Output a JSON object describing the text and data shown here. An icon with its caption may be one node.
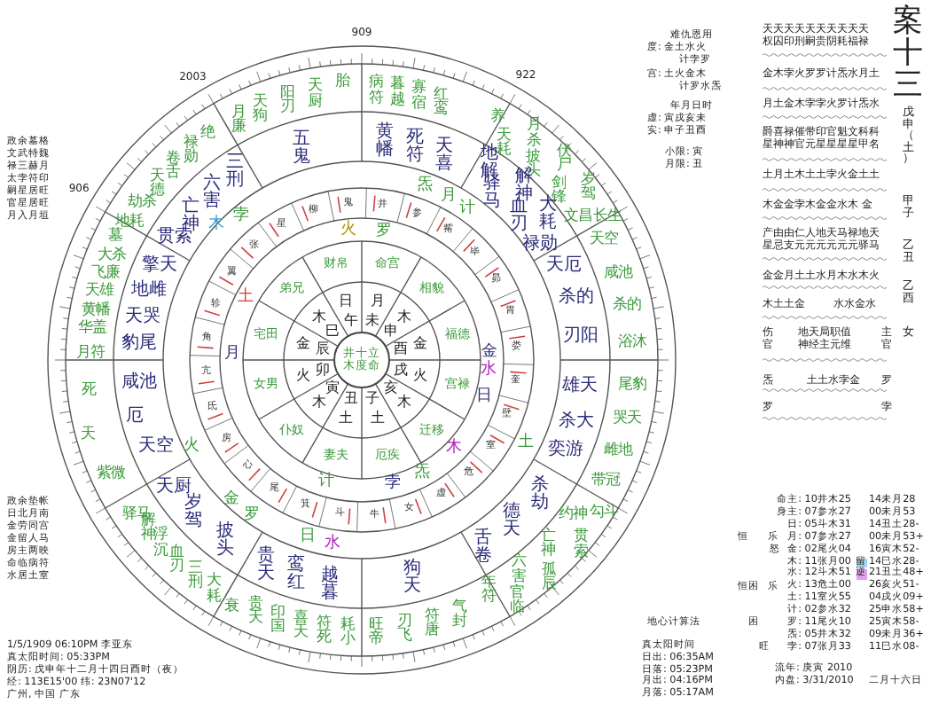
{
  "diagram": {
    "title": "案十三",
    "nodes": [
      {
        "text": [
          "井十立木度命"
        ]
      }
    ],
    "labels": [
      "909",
      "2003",
      "906",
      "922",
      "政余墓格",
      "文武特魏",
      "禄三赫月",
      "太孛符印",
      "嗣星居旺",
      "官星居旺",
      "月入月垣",
      "政余垫帐",
      "日北月南",
      "金劳同宫",
      "金留人马",
      "房主两映",
      "命临病符",
      "水居土室",
      "1/5/1909 06:10PM 李亚东",
      "真太阳时间: 05:33PM",
      "阴历: 戊申年十二月十四日酉时（夜）",
      "经: 113E15'00  纬: 23N07'12",
      "广州, 中国 广东",
      "难仇恩用",
      "度: 金土水火",
      "计孛罗",
      "宫: 土火金木",
      "计罗水炁",
      "年月日时",
      "虚: 寅戌亥未",
      "实: 申子丑酉",
      "小限: 寅",
      "月限: 丑",
      "天天天天天天天天天天",
      "权囚印刑嗣贵阴耗福禄",
      "金木孛火罗罗计炁水月土",
      "月土金木孛孛火罗计炁水",
      "爵喜禄催带印官魁文科科",
      "星神神官元星星星星甲名",
      "土月土木土土孛火金土土",
      "木金金孛木金金水木 金",
      "产由由仁人地天马禄地天",
      "星忌支元元元元元元驿马",
      "金金月土土水月木水木火",
      "木土土金",
      "水水金水",
      "伤",
      "地天局职值",
      "主",
      "官",
      "神经主元维",
      "官",
      "炁",
      "土土水孛金",
      "罗",
      "罗",
      "孛",
      "戊申（土）",
      "甲子",
      "乙丑",
      "乙酉",
      "女",
      "命主: 10井木25",
      "14未月28",
      "身主: 07参水27",
      "00未月53",
      "日: 05斗木31",
      "14丑土28-",
      "月: 07参水27",
      "00未月53+",
      "金: 02尾火04",
      "16寅木52-",
      "木: 11张月00",
      "14巳水28-",
      "水: 12斗木51",
      "21丑土48+",
      "火: 13危土00",
      "26亥火51-",
      "土: 11室火55",
      "04戌火09+",
      "计: 02参水32",
      "25申水58+",
      "罗: 11尾火10",
      "25寅木58-",
      "炁: 05井木32",
      "09未月36+",
      "孛: 07张月33",
      "11巳水08-",
      "留",
      "逆",
      "恒",
      "乐",
      "怒",
      "恒困",
      "乐",
      "困",
      "旺",
      "地心计算法",
      "真太阳时间",
      "日出: 06:35AM",
      "日落: 05:23PM",
      "月出: 04:16PM",
      "月落: 05:17AM",
      "流年: 庚寅 2010",
      "内盘: 3/31/2010",
      "二月十六日",
      "胎",
      "天厨",
      "阳刃",
      "天狗",
      "月廉",
      "五鬼",
      "病符",
      "暮越",
      "寡宿",
      "红鸾",
      "黄幡",
      "死符",
      "天喜",
      "养",
      "天耗",
      "月杀",
      "披头",
      "伏尸",
      "剑锋",
      "岁驾",
      "文昌",
      "长生",
      "地解",
      "驿马",
      "解神",
      "血刃",
      "大耗",
      "禄勋",
      "天空",
      "咸池",
      "杀的",
      "浴沐",
      "天厄",
      "杀的",
      "刃阳",
      "尾豹",
      "哭天",
      "雌地",
      "带冠",
      "雄天",
      "杀大",
      "奕游",
      "勾斗",
      "约神",
      "贯索",
      "亡神",
      "孤辰",
      "六害",
      "官临",
      "年符",
      "杀劫",
      "德天",
      "舌卷",
      "气封",
      "符唐",
      "刃飞",
      "旺帝",
      "狗天",
      "耗小",
      "符死",
      "喜天",
      "印国",
      "贵天",
      "衰",
      "越暮",
      "鸾红",
      "贵天",
      "大耗",
      "三刑",
      "血刃",
      "浮沉",
      "解神",
      "驿马",
      "披头",
      "岁驾",
      "天厨",
      "紫微",
      "天",
      "死",
      "天空",
      "厄",
      "咸池",
      "月符",
      "华盖",
      "黄幡",
      "天雄",
      "飞廉",
      "大杀",
      "墓",
      "豹尾",
      "天哭",
      "地雌",
      "擎天",
      "地耗",
      "劫杀",
      "天德",
      "卷舌",
      "禄勋",
      "绝",
      "贯索",
      "亡神",
      "六害",
      "三刑",
      "火",
      "罗",
      "孛",
      "木",
      "土",
      "月",
      "炁",
      "月",
      "计",
      "金",
      "水",
      "日",
      "土",
      "木",
      "炁",
      "孛",
      "计",
      "火",
      "金",
      "罗",
      "日",
      "水",
      "财帛",
      "命宫",
      "相貌",
      "福德",
      "宫禄",
      "迁移",
      "厄疾",
      "妻夫",
      "仆奴",
      "女男",
      "宅田",
      "弟兄",
      "午",
      "未",
      "申",
      "酉",
      "戌",
      "亥",
      "子",
      "丑",
      "寅",
      "卯",
      "辰",
      "巳",
      "日",
      "月",
      "木",
      "金",
      "火",
      "木",
      "土",
      "土",
      "木",
      "火",
      "金",
      "木",
      "井",
      "鬼",
      "柳",
      "星",
      "张",
      "翼",
      "轸",
      "角",
      "亢",
      "氐",
      "房",
      "心",
      "尾",
      "箕",
      "斗",
      "牛",
      "女",
      "虚",
      "危",
      "室",
      "壁",
      "奎",
      "娄",
      "胃",
      "昴",
      "毕",
      "觜",
      "参"
    ]
  }
}
